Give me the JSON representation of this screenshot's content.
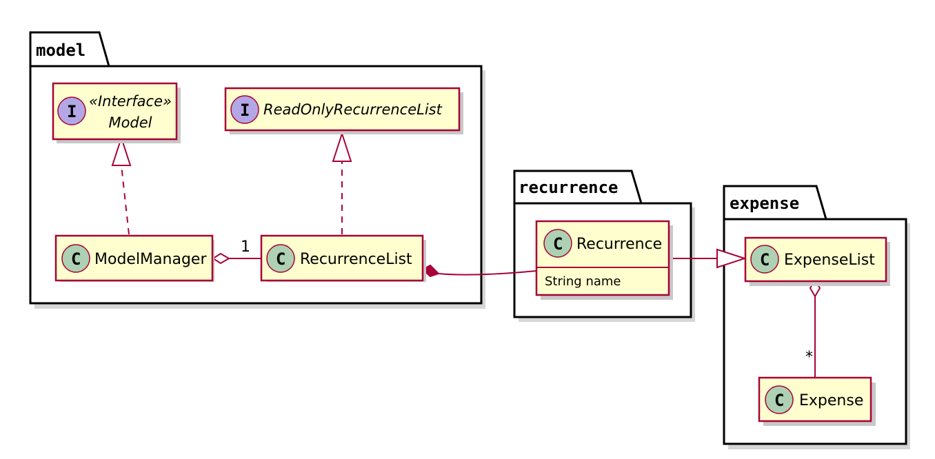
{
  "packages": {
    "model": {
      "title": "model"
    },
    "recurrence": {
      "title": "recurrence"
    },
    "expense": {
      "title": "expense"
    }
  },
  "interfaces": {
    "model_interface": {
      "stereotype": "«Interface»",
      "name": "Model",
      "glyph": "I"
    },
    "read_only_recurrence_list": {
      "name": "ReadOnlyRecurrenceList",
      "glyph": "I"
    }
  },
  "classes": {
    "model_manager": {
      "name": "ModelManager",
      "glyph": "C"
    },
    "recurrence_list": {
      "name": "RecurrenceList",
      "glyph": "C"
    },
    "recurrence": {
      "name": "Recurrence",
      "glyph": "C",
      "attribute": "String name"
    },
    "expense_list": {
      "name": "ExpenseList",
      "glyph": "C"
    },
    "expense": {
      "name": "Expense",
      "glyph": "C"
    }
  },
  "relations": {
    "model_manager_to_recurrence_list": {
      "type": "aggregation",
      "multiplicity": "1"
    },
    "expense_list_to_expense": {
      "type": "aggregation",
      "multiplicity": "*"
    },
    "recurrence_list_to_recurrence": {
      "type": "composition"
    },
    "recurrence_to_expense_list": {
      "type": "generalization"
    },
    "model_manager_to_model": {
      "type": "realization"
    },
    "recurrence_list_to_read_only": {
      "type": "realization"
    }
  },
  "colors": {
    "class_fill": "#FEFECE",
    "border": "#A80036",
    "class_circle": "#ADD1B2",
    "interface_circle": "#B4A7E5"
  }
}
